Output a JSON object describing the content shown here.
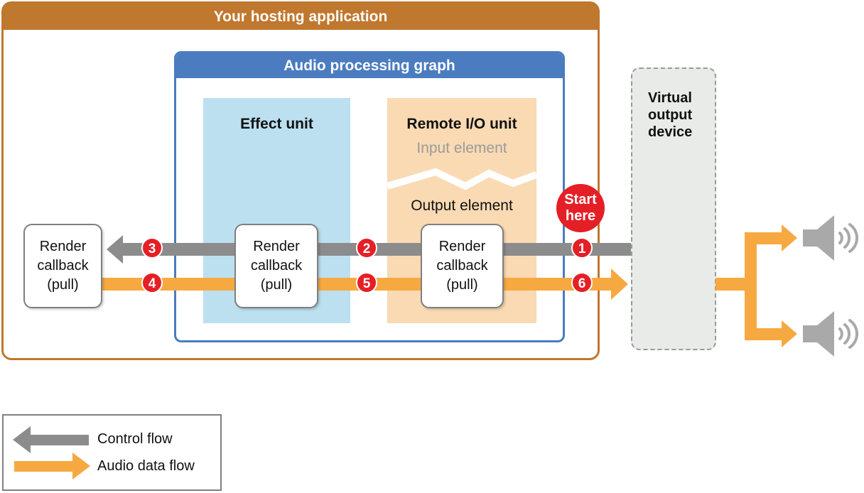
{
  "hosting": {
    "title": "Your hosting application"
  },
  "graph": {
    "title": "Audio processing graph",
    "effect_unit": "Effect unit",
    "remote_io": {
      "title": "Remote I/O unit",
      "input": "Input element",
      "output": "Output element"
    }
  },
  "render_callback": "Render\ncallback\n(pull)",
  "badges": [
    "1",
    "2",
    "3",
    "4",
    "5",
    "6"
  ],
  "start_here": "Start\nhere",
  "output_device": "Virtual\noutput\ndevice",
  "legend": {
    "control": "Control flow",
    "audio": "Audio data flow"
  },
  "colors": {
    "hosting-orange": "#C0772E",
    "graph-blue": "#4A7CBF",
    "effect-blue": "#BCE0EF",
    "io-peach": "#F9DAB3",
    "badge-red": "#E51F26",
    "control-gray": "#8C8C8C",
    "audio-orange": "#F7A941",
    "device-gray": "#E9EBE8",
    "speaker-gray": "#A9A9A9"
  }
}
